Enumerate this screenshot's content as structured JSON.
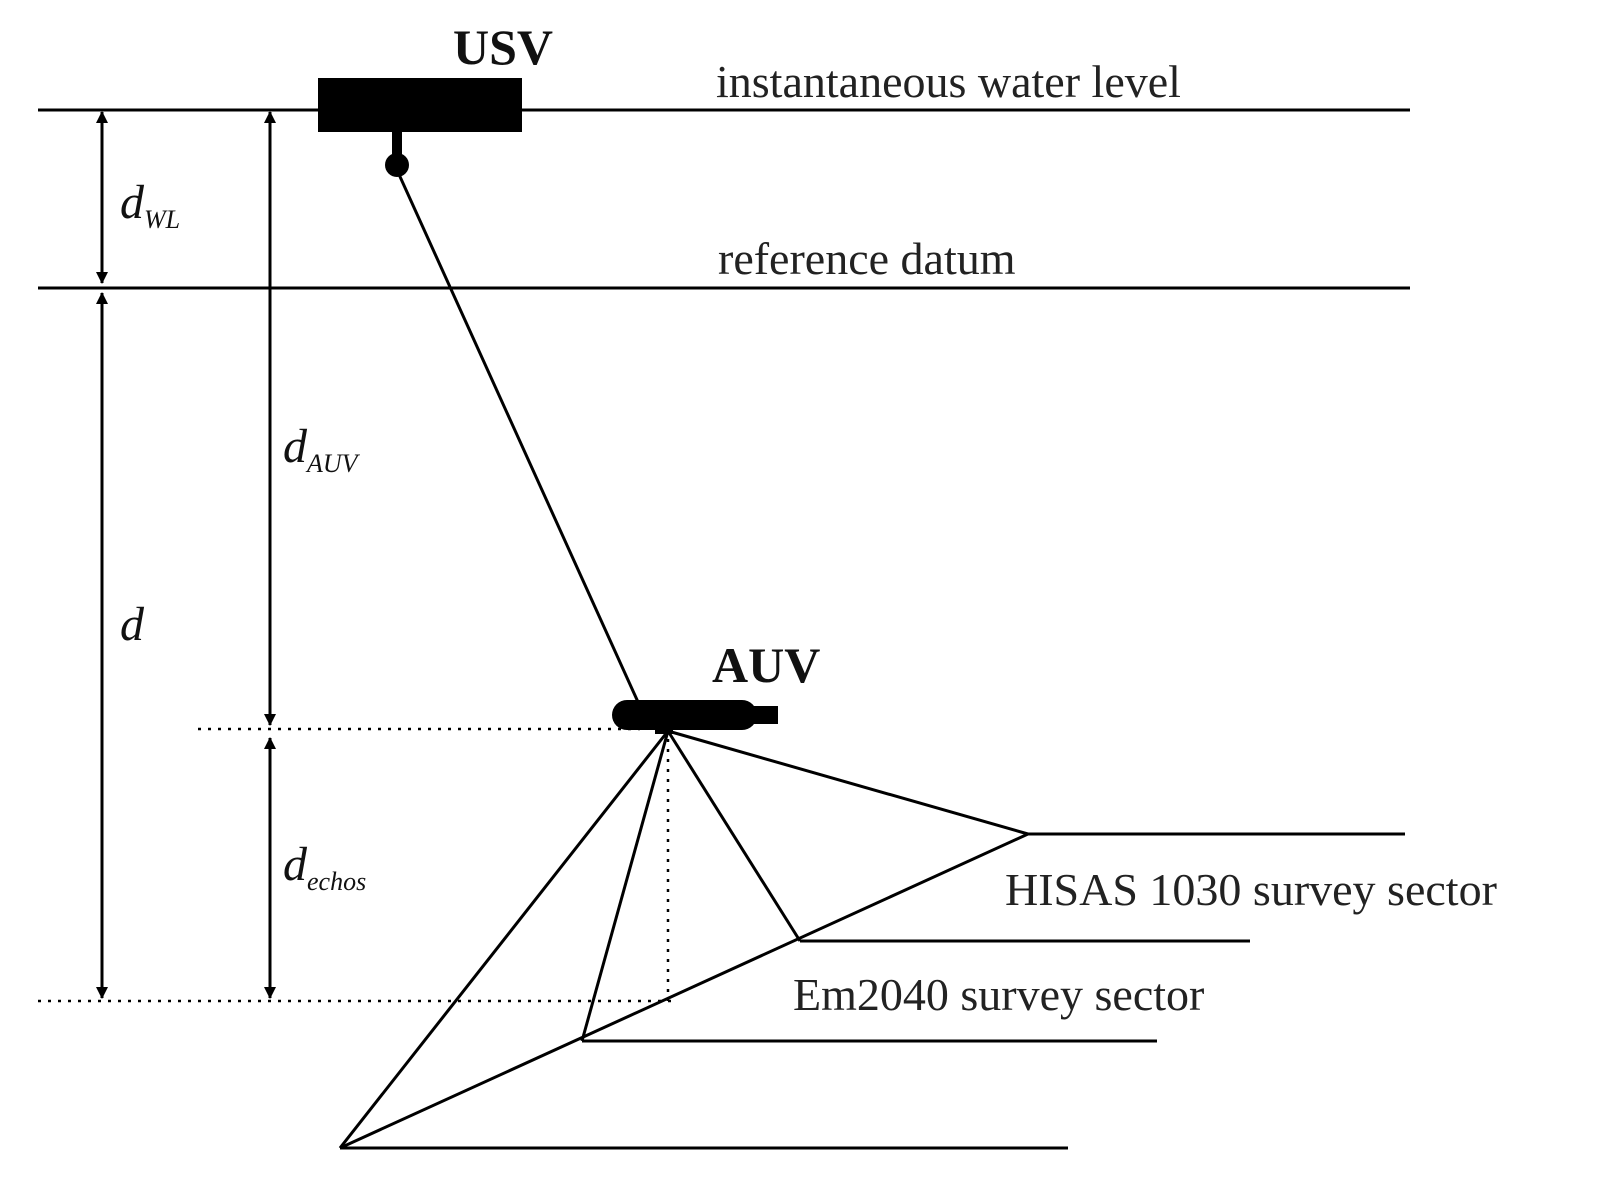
{
  "labels": {
    "usv": "USV",
    "auv": "AUV",
    "water_level": "instantaneous water level",
    "reference_datum": "reference datum",
    "hisas": "HISAS 1030 survey sector",
    "em2040": "Em2040 survey sector"
  },
  "symbols": {
    "d_wl": {
      "base": "d",
      "sub": "WL"
    },
    "d_auv": {
      "base": "d",
      "sub": "AUV"
    },
    "d": {
      "base": "d"
    },
    "d_echos": {
      "base": "d",
      "sub": "echos"
    }
  }
}
